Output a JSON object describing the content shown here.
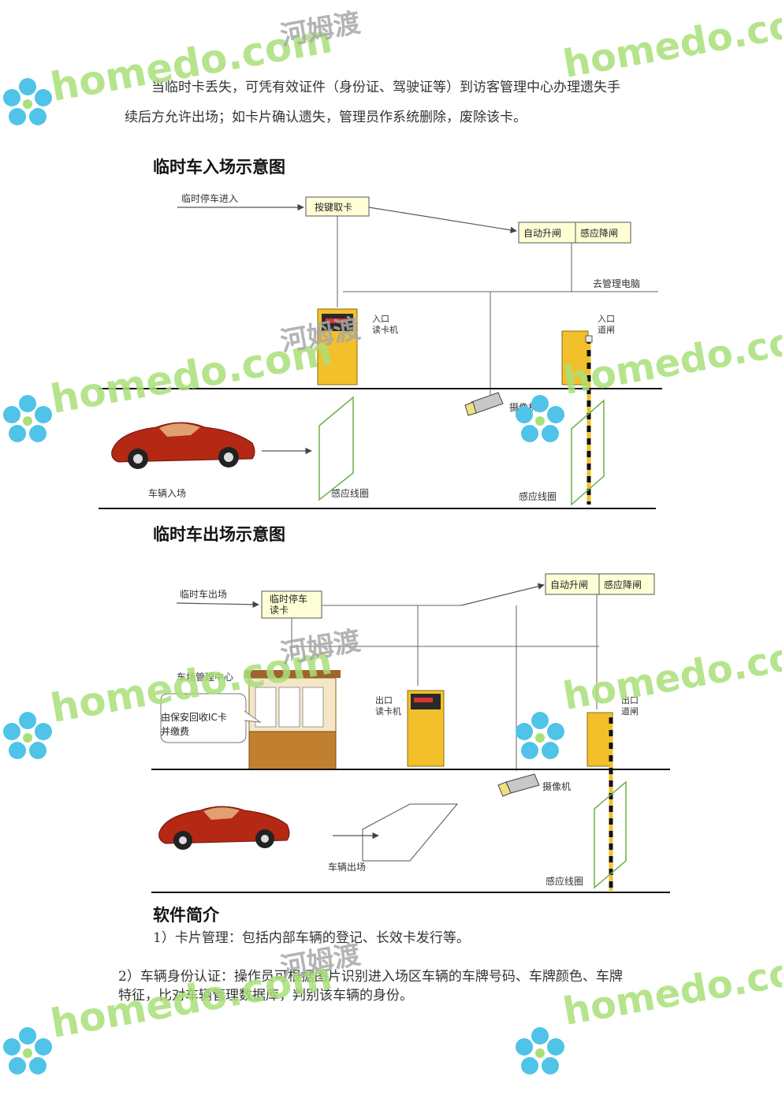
{
  "text": {
    "p1_line1": "当临时卡丢失，可凭有效证件（身份证、驾驶证等）到访客管理中心办理遗失手",
    "p1_line2": "续后方允许出场；如卡片确认遗失，管理员作系统删除，废除该卡。",
    "h_entry": "临时车入场示意图",
    "h_exit": "临时车出场示意图",
    "h_software": "软件简介",
    "s1": "1）卡片管理：包括内部车辆的登记、长效卡发行等。",
    "s2_line1": "2）车辆身份认证：操作员可根据图片识别进入场区车辆的车牌号码、车牌颜色、车牌",
    "s2_line2": "特征，比对车辆管理数据库，判别该车辆的身份。"
  },
  "entry_diagram": {
    "input_label": "临时停车进入",
    "card_box": "按键取卡",
    "gate_auto": "自动升闸",
    "gate_sense": "感应降闸",
    "to_pc": "去管理电脑",
    "reader_line1": "入口",
    "reader_line2": "读卡机",
    "barrier_line1": "入口",
    "barrier_line2": "道闸",
    "camera": "摄像机",
    "car_label": "车辆入场",
    "loop1": "感应线圈",
    "loop2": "感应线圈"
  },
  "exit_diagram": {
    "input_label": "临时车出场",
    "card_box_line1": "临时停车",
    "card_box_line2": "读卡",
    "gate_auto": "自动升闸",
    "gate_sense": "感应降闸",
    "booth_label": "车场管理中心",
    "bubble_line1": "由保安回收IC卡",
    "bubble_line2": "并缴费",
    "reader_line1": "出口",
    "reader_line2": "读卡机",
    "barrier_line1": "出口",
    "barrier_line2": "道闸",
    "camera": "摄像机",
    "car_label": "车辆出场",
    "loop": "感应线圈"
  },
  "watermark": {
    "brand": "homedo.com",
    "cn": "河姆渡"
  },
  "colors": {
    "machine_yellow": "#f2c02a",
    "label_box": "#ffffd6",
    "watermark_green": "#a9e07a",
    "flower_blue": "#4fc3e8",
    "car_red": "#b42814"
  }
}
